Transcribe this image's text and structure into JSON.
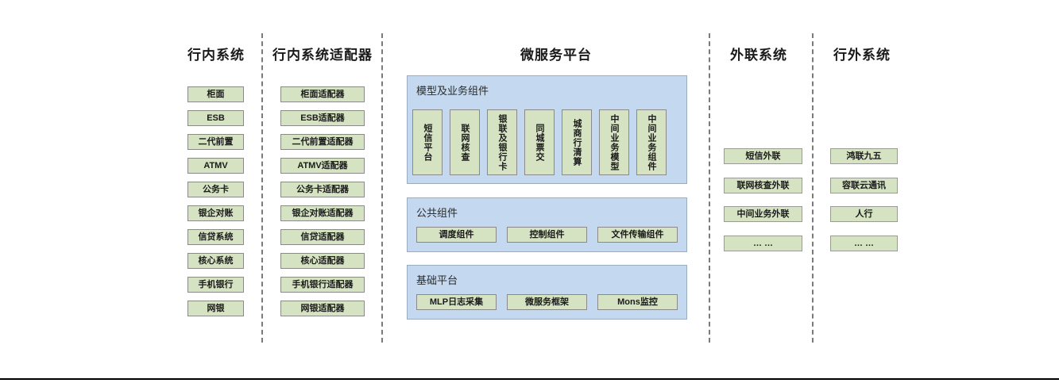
{
  "columns": {
    "internal_systems": {
      "title": "行内系统",
      "items": [
        "柜面",
        "ESB",
        "二代前置",
        "ATMV",
        "公务卡",
        "银企对账",
        "信贷系统",
        "核心系统",
        "手机银行",
        "网银"
      ]
    },
    "internal_adapters": {
      "title": "行内系统适配器",
      "items": [
        "柜面适配器",
        "ESB适配器",
        "二代前置适配器",
        "ATMV适配器",
        "公务卡适配器",
        "银企对账适配器",
        "信贷适配器",
        "核心适配器",
        "手机银行适配器",
        "网银适配器"
      ]
    },
    "microservice_platform": {
      "title": "微服务平台",
      "panels": [
        {
          "name": "model-business-components",
          "title": "模型及业务组件",
          "items": [
            "短信平台",
            "联网核查",
            "银联及银行卡",
            "同城票交",
            "城商行清算",
            "中间业务模型",
            "中间业务组件"
          ]
        },
        {
          "name": "public-components",
          "title": "公共组件",
          "items": [
            "调度组件",
            "控制组件",
            "文件传输组件"
          ]
        },
        {
          "name": "base-platform",
          "title": "基础平台",
          "items": [
            "MLP日志采集",
            "微服务框架",
            "Mons监控"
          ]
        }
      ]
    },
    "external_link_systems": {
      "title": "外联系统",
      "items": [
        "短信外联",
        "联网核查外联",
        "中间业务外联",
        "… …"
      ]
    },
    "offbank_systems": {
      "title": "行外系统",
      "items": [
        "鸿联九五",
        "容联云通讯",
        "人行",
        "… …"
      ]
    }
  },
  "colors": {
    "node_fill": "#d6e3c2",
    "node_border": "#8a8a8a",
    "panel_fill": "#c4d9ef",
    "panel_border": "#9aacc4",
    "separator": "#7a7a7a",
    "text": "#1a1a1a"
  }
}
